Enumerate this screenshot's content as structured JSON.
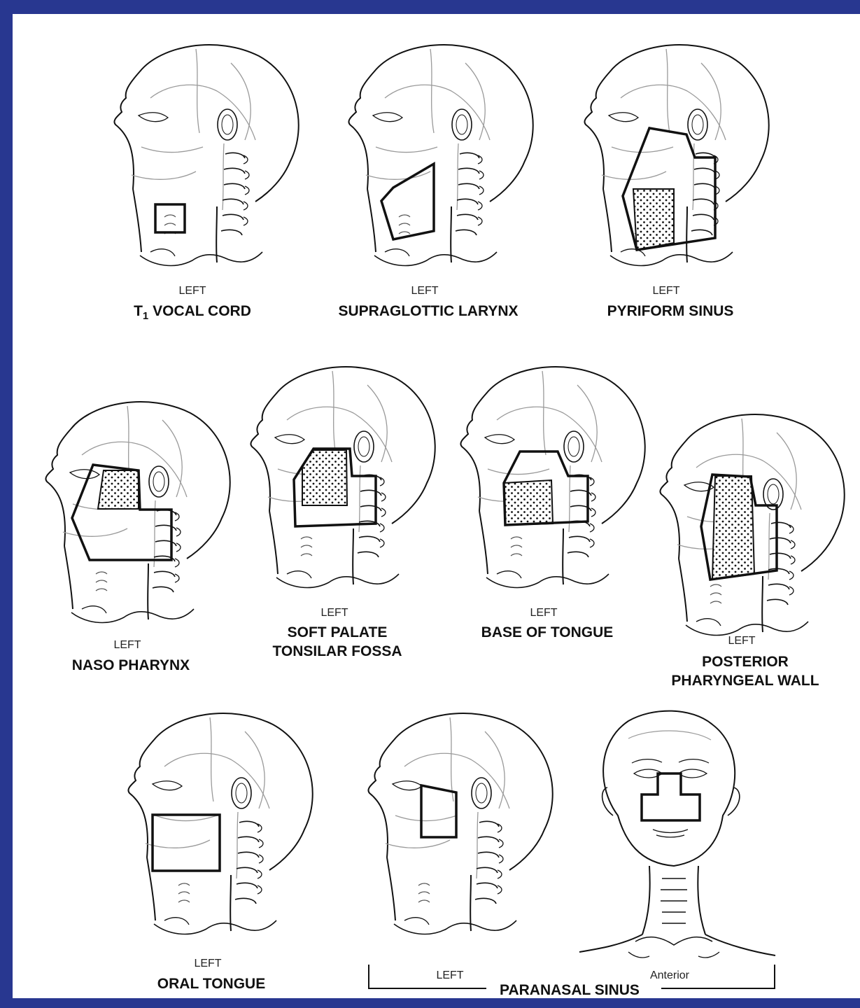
{
  "colors": {
    "frame": "#283790",
    "paper": "#ffffff",
    "ink": "#111111",
    "skull": "#9a9a9a"
  },
  "panels": [
    {
      "id": "t1-vocal-cord",
      "view": "LEFT",
      "title_prefix": "T",
      "title_sub": "1",
      "title_lines": [
        " VOCAL CORD"
      ]
    },
    {
      "id": "supraglottic-larynx",
      "view": "LEFT",
      "title_lines": [
        "SUPRAGLOTTIC LARYNX"
      ]
    },
    {
      "id": "pyriform-sinus",
      "view": "LEFT",
      "title_lines": [
        "PYRIFORM SINUS"
      ]
    },
    {
      "id": "naso-pharynx",
      "view": "LEFT",
      "title_lines": [
        "NASO PHARYNX"
      ]
    },
    {
      "id": "soft-palate-tonsilar-fossa",
      "view": "LEFT",
      "title_lines": [
        "SOFT PALATE",
        "TONSILAR FOSSA"
      ]
    },
    {
      "id": "base-of-tongue",
      "view": "LEFT",
      "title_lines": [
        "BASE OF TONGUE"
      ]
    },
    {
      "id": "posterior-pharyngeal-wall",
      "view": "LEFT",
      "title_lines": [
        "POSTERIOR",
        "PHARYNGEAL WALL"
      ]
    },
    {
      "id": "oral-tongue",
      "view": "LEFT",
      "title_lines": [
        "ORAL TONGUE"
      ]
    },
    {
      "id": "paranasal-sinus-left",
      "view": "LEFT",
      "title_lines": []
    },
    {
      "id": "paranasal-sinus-anterior",
      "view": "Anterior",
      "title_lines": []
    }
  ],
  "group_title": "PARANASAL SINUS",
  "icons": [
    "head-profile-icon",
    "head-front-icon",
    "treatment-field-icon"
  ]
}
